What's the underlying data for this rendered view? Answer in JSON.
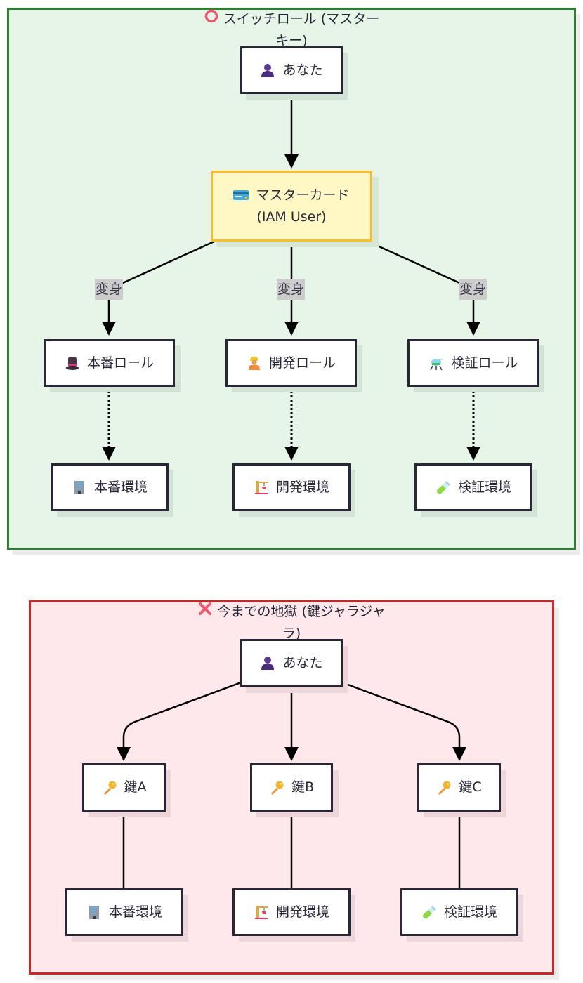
{
  "switch_role": {
    "title_icon": "hollow-red-circle-icon",
    "title_line1": "スイッチロール (マスター",
    "title_line2": "キー)",
    "colors": {
      "border": "#2e7d32",
      "fill": "#e6f5e8"
    },
    "nodes": {
      "you": {
        "icon": "bust-in-silhouette-icon",
        "label": "あなた"
      },
      "master_card": {
        "icon": "credit-card-icon",
        "label_line1": "マスターカード",
        "label_line2": "(IAM User)"
      },
      "prod_role": {
        "icon": "top-hat-icon",
        "label": "本番ロール"
      },
      "dev_role": {
        "icon": "construction-worker-icon",
        "label": "開発ロール"
      },
      "test_role": {
        "icon": "alembic-icon",
        "label": "検証ロール"
      },
      "prod_env": {
        "icon": "office-building-icon",
        "label": "本番環境"
      },
      "dev_env": {
        "icon": "construction-crane-icon",
        "label": "開発環境"
      },
      "test_env": {
        "icon": "test-tube-icon",
        "label": "検証環境"
      }
    },
    "edge_labels": [
      "変身",
      "変身",
      "変身"
    ]
  },
  "old_hell": {
    "title_icon": "cross-mark-icon",
    "title_line1": "今までの地獄 (鍵ジャラジャ",
    "title_line2": "ラ)",
    "colors": {
      "border": "#c62828",
      "fill": "#ffe8eb"
    },
    "nodes": {
      "you": {
        "icon": "bust-in-silhouette-icon",
        "label": "あなた"
      },
      "key_a": {
        "icon": "key-icon",
        "label": "鍵A"
      },
      "key_b": {
        "icon": "key-icon",
        "label": "鍵B"
      },
      "key_c": {
        "icon": "key-icon",
        "label": "鍵C"
      },
      "prod_env": {
        "icon": "office-building-icon",
        "label": "本番環境"
      },
      "dev_env": {
        "icon": "construction-crane-icon",
        "label": "開発環境"
      },
      "test_env": {
        "icon": "test-tube-icon",
        "label": "検証環境"
      }
    }
  }
}
